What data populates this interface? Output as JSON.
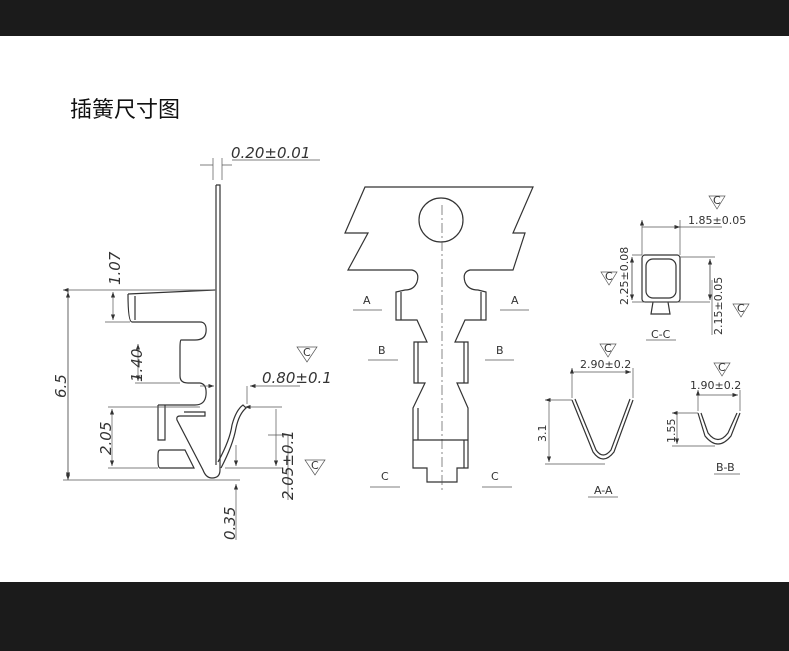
{
  "title": "插簧尺寸图",
  "side_view": {
    "thickness": "0.20±0.01",
    "h_107": "1.07",
    "h_140": "1.40",
    "h_65": "6.5",
    "h_205": "2.05",
    "h_035": "0.35",
    "gap": "0.80±0.1",
    "h_205_tol": "2.05±0.1",
    "mark": "C"
  },
  "front_view": {
    "section_a": "A",
    "section_b": "B",
    "section_c": "C"
  },
  "section_cc": {
    "label": "C-C",
    "width": "1.85±0.05",
    "height": "2.25±0.08",
    "inner": "2.15±0.05",
    "mark": "C"
  },
  "section_aa": {
    "label": "A-A",
    "width": "2.90±0.2",
    "height": "3.1",
    "mark": "C"
  },
  "section_bb": {
    "label": "B-B",
    "width": "1.90±0.2",
    "height": "1.55",
    "mark": "C"
  }
}
